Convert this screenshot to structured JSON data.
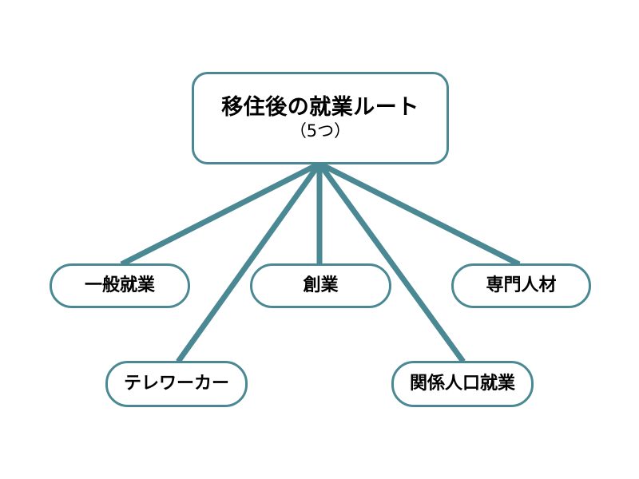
{
  "diagram": {
    "type": "hierarchy-tree",
    "background_color": "#FFFFFF",
    "accent_color": "#4A8894",
    "text_color": "#000000",
    "root": {
      "title": "移住後の就業ルート",
      "subtitle": "（5つ）"
    },
    "nodes": [
      {
        "label": "一般就業"
      },
      {
        "label": "テレワーカー"
      },
      {
        "label": "創業"
      },
      {
        "label": "関係人口就業"
      },
      {
        "label": "専門人材"
      }
    ],
    "connectors": [
      {
        "from": "root",
        "to": "一般就業"
      },
      {
        "from": "root",
        "to": "テレワーカー"
      },
      {
        "from": "root",
        "to": "創業"
      },
      {
        "from": "root",
        "to": "関係人口就業"
      },
      {
        "from": "root",
        "to": "専門人材"
      }
    ]
  }
}
